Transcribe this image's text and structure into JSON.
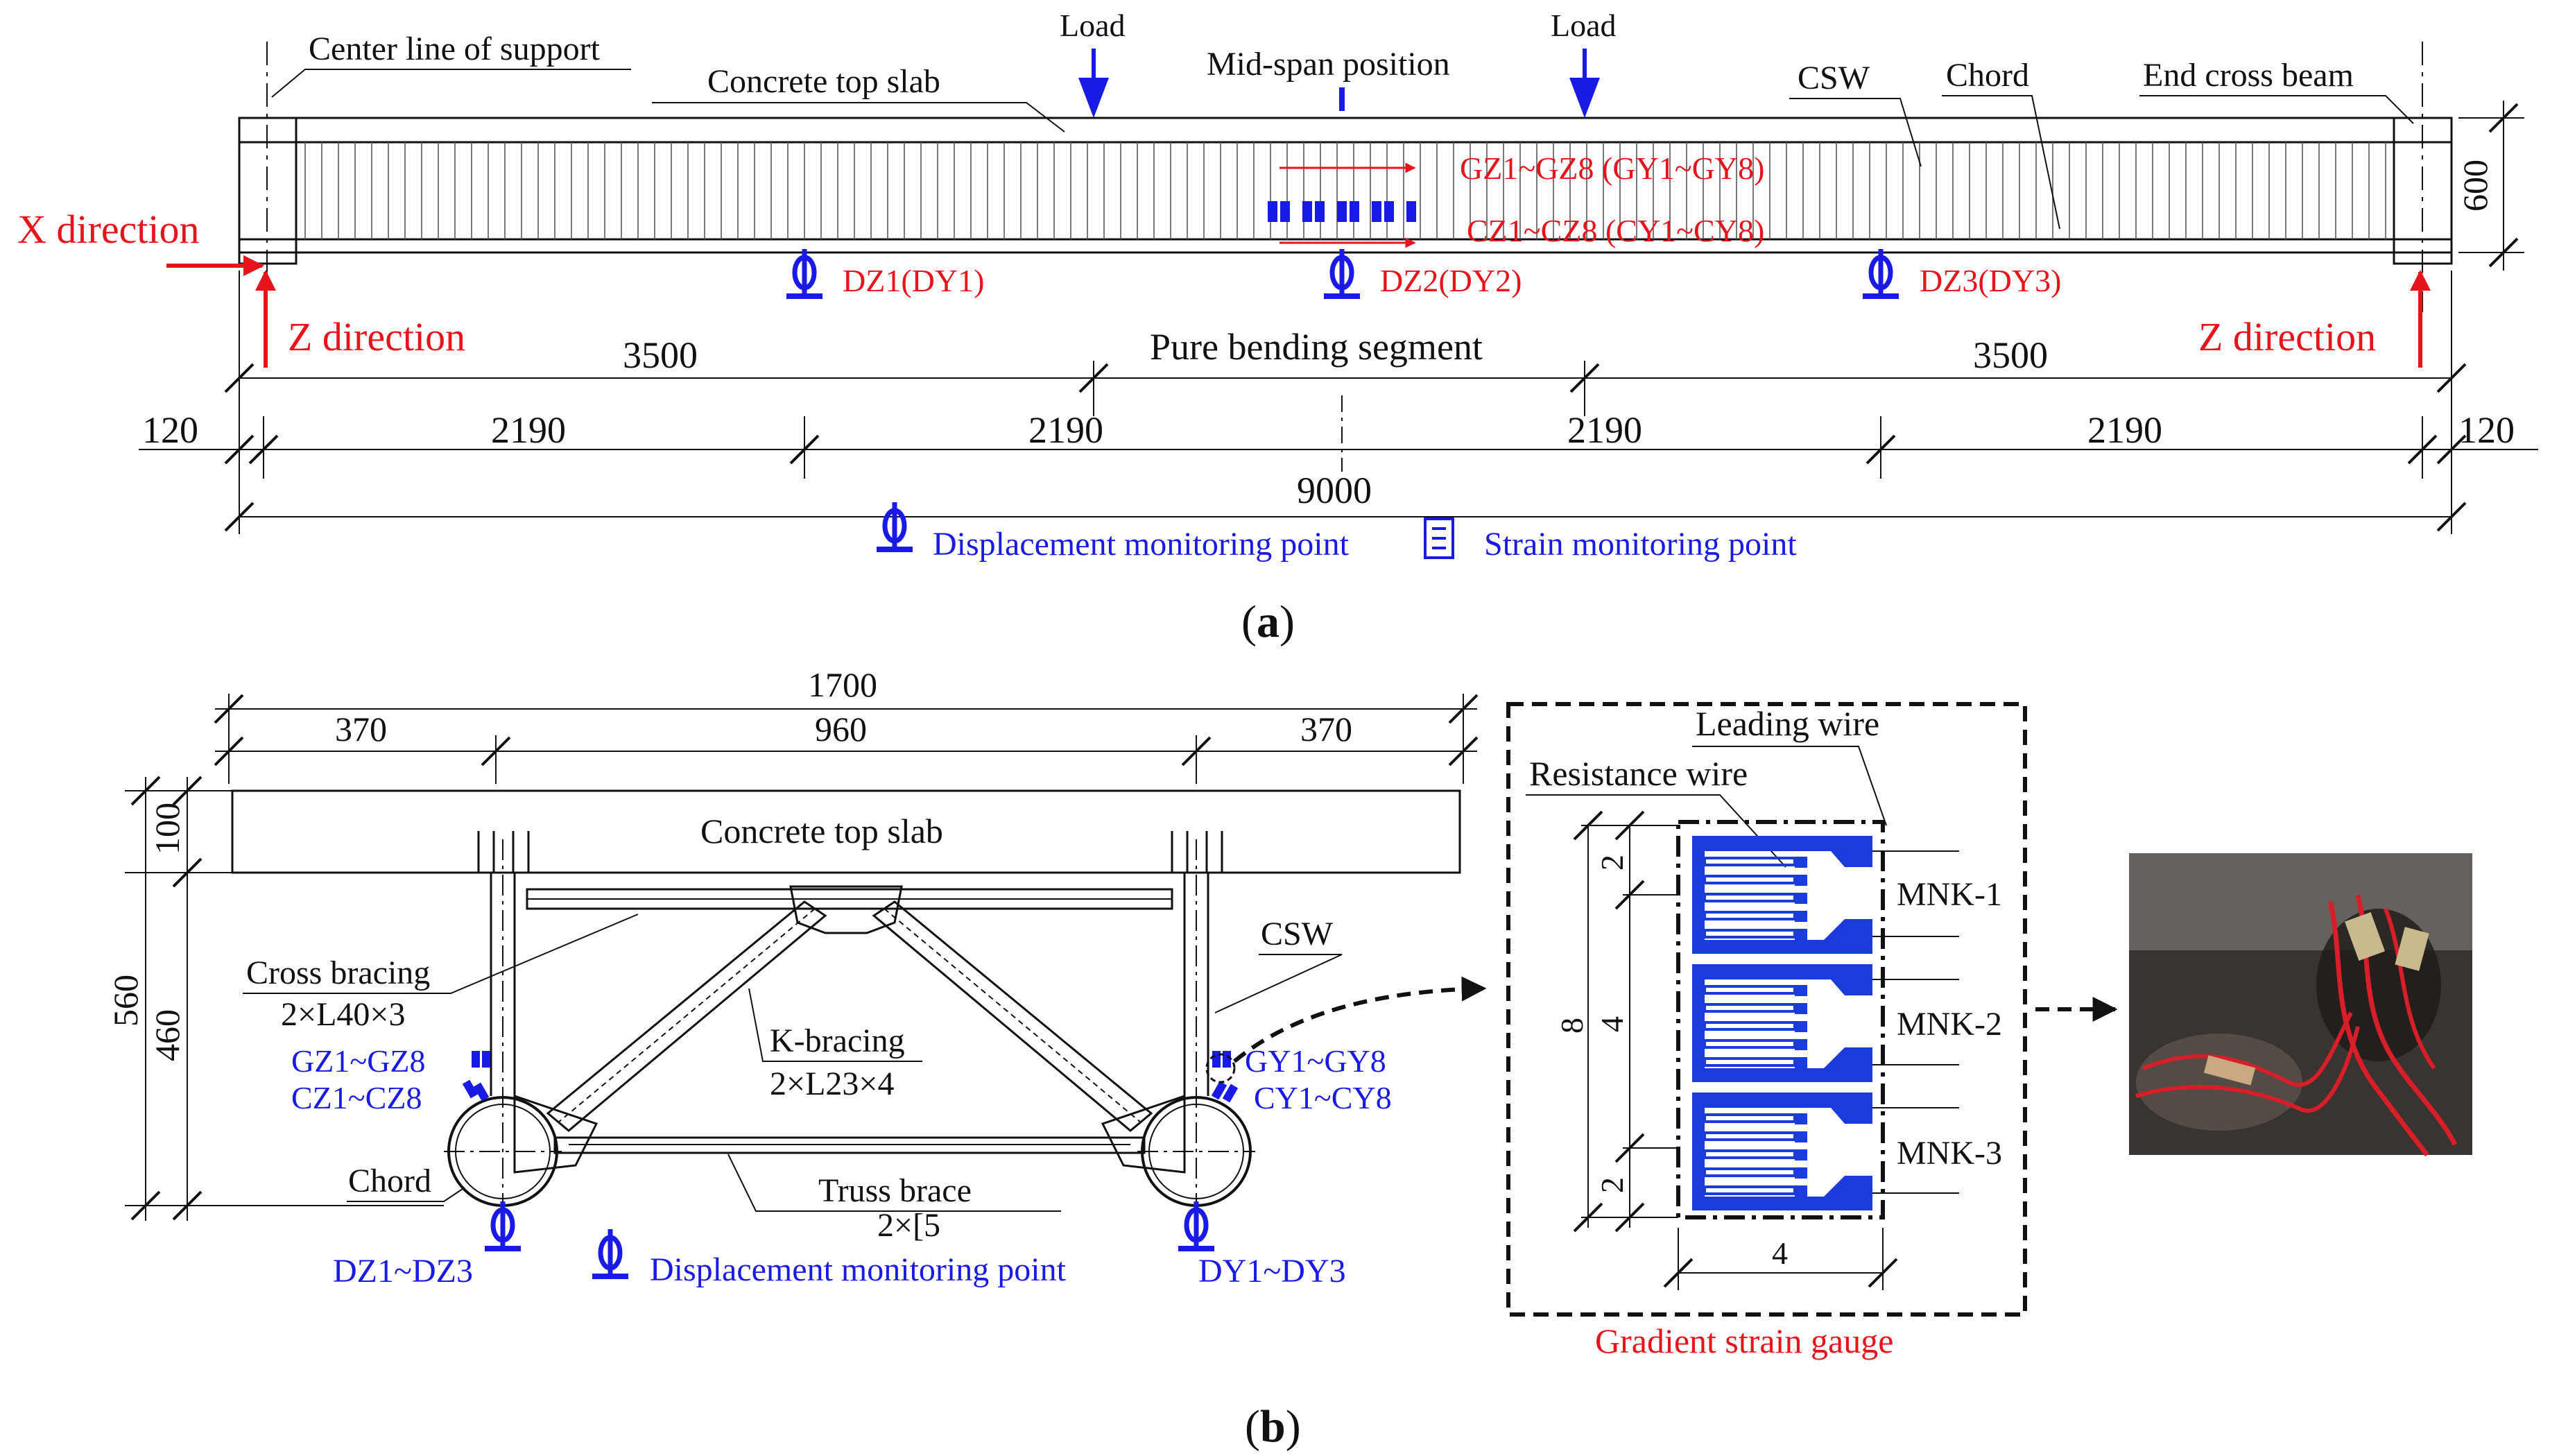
{
  "colors": {
    "ink": "#111111",
    "red": "#e8141c",
    "blue": "#1a1ae6",
    "gauge_blue": "#1a3cdc",
    "photo_bg": "#3a3430",
    "photo_wire": "#d81e28"
  },
  "panel_a": {
    "caption": "a",
    "labels": {
      "center_line_support": "Center line of support",
      "concrete_top_slab": "Concrete top slab",
      "load_left": "Load",
      "mid_span": "Mid-span position",
      "load_right": "Load",
      "csw": "CSW",
      "chord": "Chord",
      "end_cross_beam": "End cross beam",
      "x_direction": "X direction",
      "z_direction_left": "Z direction",
      "z_direction_right": "Z direction",
      "gz_group": "GZ1~GZ8 (GY1~GY8)",
      "cz_group": "CZ1~CZ8 (CY1~CY8)",
      "dz1": "DZ1(DY1)",
      "dz2": "DZ2(DY2)",
      "dz3": "DZ3(DY3)",
      "pure_bending": "Pure bending segment"
    },
    "dimensions": {
      "height": "600",
      "left_span": "3500",
      "right_span": "3500",
      "end_left": "120",
      "end_right": "120",
      "seg1": "2190",
      "seg2": "2190",
      "seg3": "2190",
      "seg4": "2190",
      "total": "9000"
    },
    "legend": {
      "displacement": "Displacement monitoring point",
      "strain": "Strain monitoring point"
    }
  },
  "panel_b": {
    "caption": "b",
    "labels": {
      "concrete_top_slab": "Concrete top slab",
      "cross_bracing": "Cross bracing",
      "cross_bracing_section": "2×L40×3",
      "csw": "CSW",
      "k_bracing": "K-bracing",
      "k_bracing_section": "2×L23×4",
      "gz_left": "GZ1~GZ8",
      "cz_left": "CZ1~CZ8",
      "gy_right": "GY1~GY8",
      "cy_right": "CY1~CY8",
      "chord": "Chord",
      "truss_brace": "Truss brace",
      "truss_brace_section": "2×[5",
      "dz": "DZ1~DZ3",
      "dy": "DY1~DY3",
      "displacement_legend": "Displacement monitoring point"
    },
    "dimensions": {
      "total_width": "1700",
      "left_w": "370",
      "mid_w": "960",
      "right_w": "370",
      "slab_h": "100",
      "web_h": "460",
      "total_h": "560"
    },
    "gauge": {
      "leading_wire": "Leading wire",
      "resistance_wire": "Resistance wire",
      "mnk1": "MNK-1",
      "mnk2": "MNK-2",
      "mnk3": "MNK-3",
      "dim_top": "2",
      "dim_mid": "4",
      "dim_bot": "2",
      "dim_total": "8",
      "dim_width": "4",
      "title": "Gradient strain gauge"
    }
  }
}
